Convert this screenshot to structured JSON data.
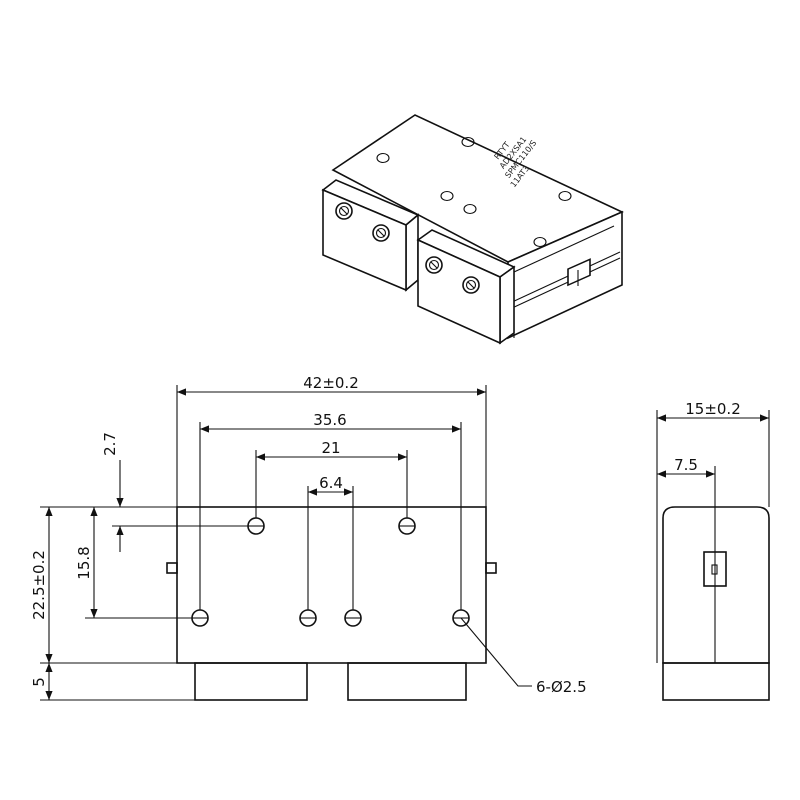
{
  "isometric_view": {
    "label_lines": [
      "RTYT",
      "AD2XSA1",
      "SPMC110/S",
      "11AT3"
    ]
  },
  "front_view": {
    "dims": {
      "overall_width": "42±0.2",
      "outer_hole_spacing": "35.6",
      "top_hole_spacing": "21",
      "inner_hole_spacing": "6.4",
      "top_offset": "2.7",
      "hole_row_spacing": "15.8",
      "height": "22.5±0.2",
      "connector_height": "5",
      "hole_callout": "6-Ø2.5"
    }
  },
  "side_view": {
    "dims": {
      "width": "15±0.2",
      "half_width": "7.5"
    }
  }
}
